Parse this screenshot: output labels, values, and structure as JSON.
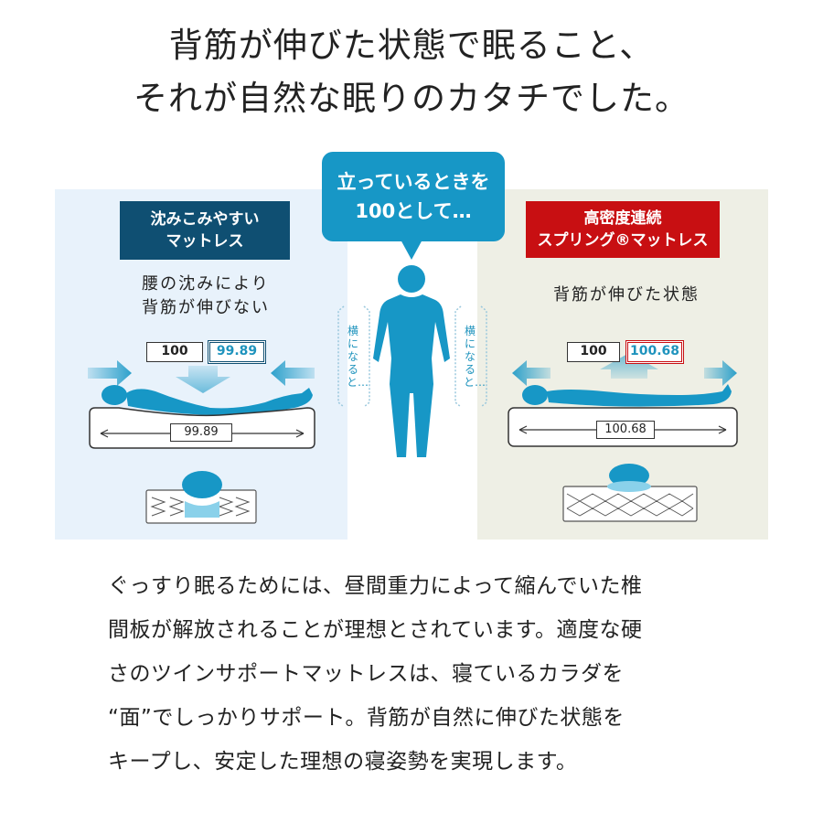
{
  "headline": {
    "line1": "背筋が伸びた状態で眠ること、",
    "line2": "それが自然な眠りのカタチでした。"
  },
  "center": {
    "bubble_line1": "立っているときを",
    "bubble_line2": "100として…",
    "side_text": "横になると…"
  },
  "left_panel": {
    "tag_line1": "沈みこみやすい",
    "tag_line2": "マットレス",
    "caption_line1": "腰の沈みにより",
    "caption_line2": "背筋が伸びない",
    "reference_value": "100",
    "measured_value": "99.89",
    "mattress_value": "99.89"
  },
  "right_panel": {
    "tag_line1": "高密度連続",
    "tag_line2": "スプリング®マットレス",
    "caption_line1": "背筋が伸びた状態",
    "reference_value": "100",
    "measured_value": "100.68",
    "mattress_value": "100.68"
  },
  "description": {
    "line1": "ぐっすり眠るためには、昼間重力によって縮んでいた椎",
    "line2": "間板が解放されることが理想とされています。適度な硬",
    "line3": "さのツインサポートマットレスは、寝ているカラダを",
    "line4": "“面”でしっかりサポート。背筋が自然に伸びた状態を",
    "line5": "キープし、安定した理想の寝姿勢を実現します。"
  },
  "colors": {
    "accent_blue": "#1797c6",
    "navy": "#0f4f72",
    "red": "#c80f12",
    "left_bg": "#e8f2fb",
    "right_bg": "#eeefe5"
  }
}
